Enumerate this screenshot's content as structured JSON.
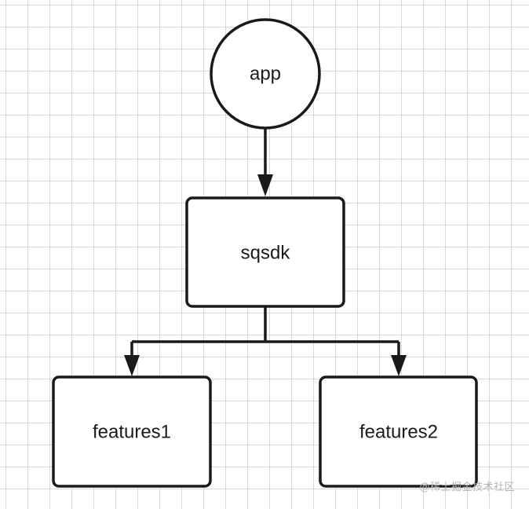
{
  "nodes": {
    "app": "app",
    "sqsdk": "sqsdk",
    "features1": "features1",
    "features2": "features2"
  },
  "watermark": "@稀土掘金技术社区"
}
